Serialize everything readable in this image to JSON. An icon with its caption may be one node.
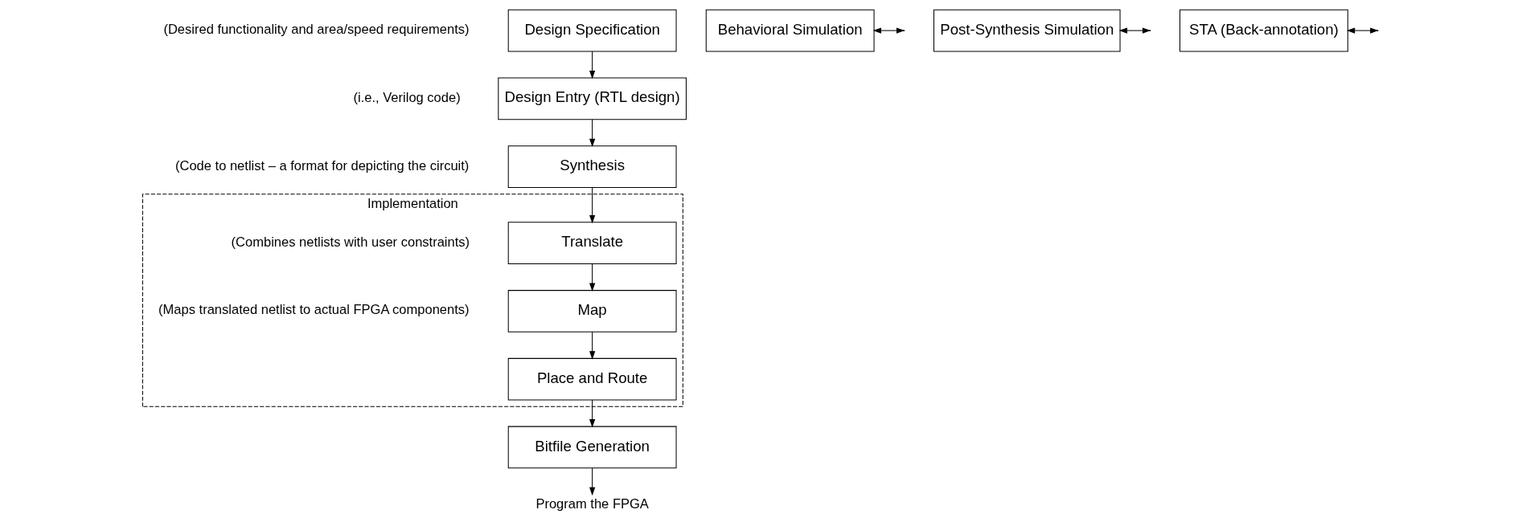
{
  "diagram": {
    "nodes": [
      {
        "text": [
          "Design Specification"
        ],
        "beside": [
          "(Desired functionality and area/speed requirements)"
        ]
      },
      {
        "text": [
          "Design Entry (RTL design)"
        ],
        "beside": [
          "(i.e., Verilog code)"
        ]
      },
      {
        "text": [
          "Behavioral Simulation"
        ]
      },
      {
        "text": [
          "Synthesis"
        ],
        "beside": [
          "(Code to netlist – a format for depicting the circuit)"
        ]
      },
      {
        "text": [
          "Post-Synthesis Simulation"
        ]
      },
      {
        "text": [
          "Implementation"
        ]
      },
      {
        "text": [
          "Translate"
        ],
        "in": 5,
        "beside": [
          "(Combines netlists with user constraints)"
        ]
      },
      {
        "text": [
          "Map"
        ],
        "in": 5,
        "beside": [
          "(Maps translated netlist to actual FPGA components)"
        ]
      },
      {
        "text": [
          "Place and Route"
        ],
        "in": 5
      },
      {
        "text": [
          "STA (Back-annotation)"
        ]
      },
      {
        "text": [
          "Bitfile Generation"
        ]
      },
      {
        "text": [
          "Program the FPGA"
        ]
      }
    ],
    "edges": [
      {
        "from": 0,
        "to": 1,
        "arrow": "to"
      },
      {
        "from": 1,
        "to": 3,
        "arrow": "to"
      },
      {
        "from": 2,
        "to": null,
        "arrow": "both"
      },
      {
        "from": 3,
        "to": 6,
        "arrow": "to"
      },
      {
        "from": 4,
        "to": null,
        "arrow": "both"
      },
      {
        "from": 6,
        "to": 7,
        "arrow": "to"
      },
      {
        "from": 7,
        "to": 8,
        "arrow": "to"
      },
      {
        "from": 8,
        "to": 10,
        "arrow": "to"
      },
      {
        "from": 9,
        "to": null,
        "arrow": "both"
      },
      {
        "from": 10,
        "to": 11,
        "arrow": "to"
      }
    ]
  }
}
